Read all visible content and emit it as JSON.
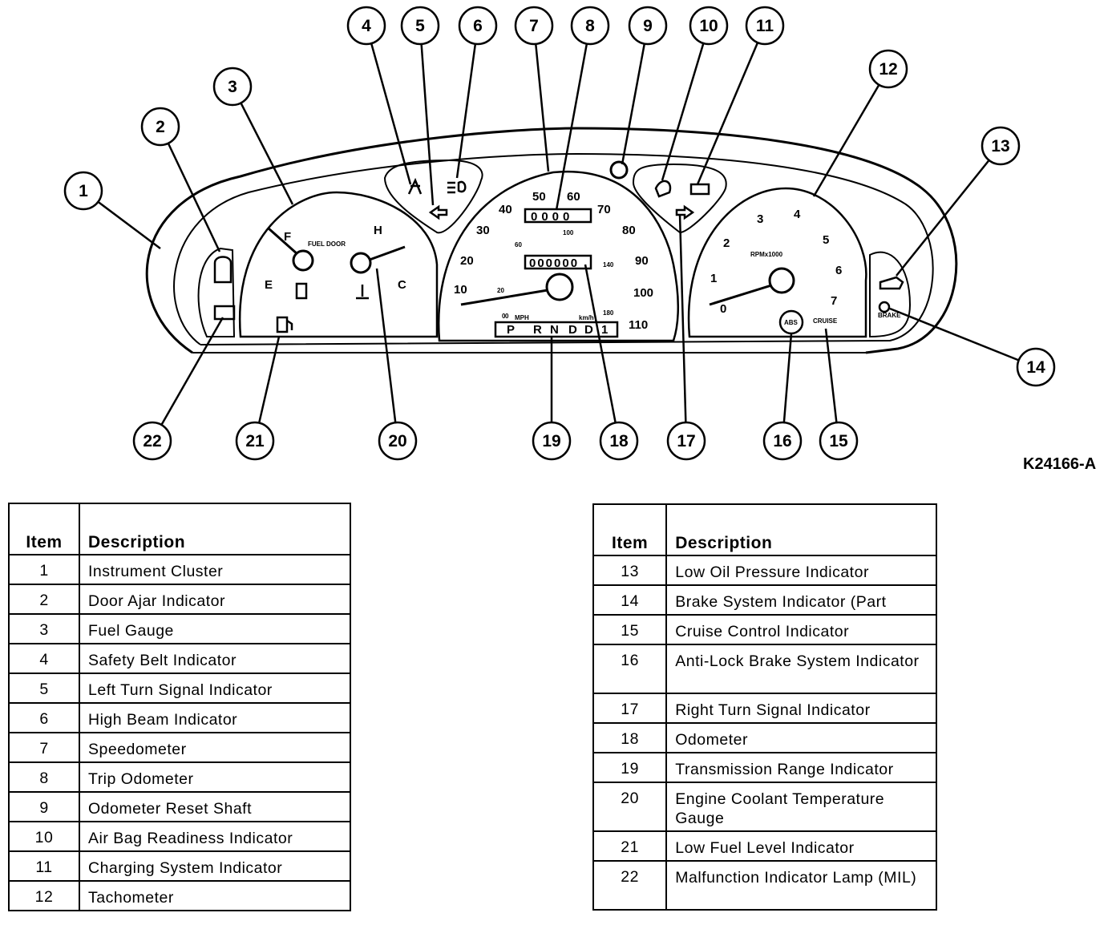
{
  "figure_id": "K24166-A",
  "cluster": {
    "fuel_gauge": {
      "label": "FUEL DOOR",
      "full": "F",
      "empty": "E"
    },
    "temp_gauge": {
      "hot": "H",
      "cold": "C"
    },
    "speedometer": {
      "mph_ticks": [
        "10",
        "20",
        "30",
        "40",
        "50",
        "60",
        "70",
        "80",
        "90",
        "100",
        "110"
      ],
      "unit_mph": "MPH",
      "unit_kmh": "km/h",
      "kmh_ticks": [
        "0",
        "20",
        "60",
        "100",
        "140",
        "180"
      ],
      "zero": "0",
      "trip_odometer": "0000",
      "odometer": "000000"
    },
    "tachometer": {
      "ticks": [
        "0",
        "1",
        "2",
        "3",
        "4",
        "5",
        "6",
        "7"
      ],
      "label": "RPMx1000"
    },
    "prnd": [
      "P",
      "R",
      "N",
      "D",
      "D",
      "1"
    ],
    "abs_label": "ABS",
    "cruise_label": "CRUISE",
    "brake_label": "BRAKE"
  },
  "callouts": [
    "1",
    "2",
    "3",
    "4",
    "5",
    "6",
    "7",
    "8",
    "9",
    "10",
    "11",
    "12",
    "13",
    "14",
    "15",
    "16",
    "17",
    "18",
    "19",
    "20",
    "21",
    "22"
  ],
  "table_headers": {
    "item": "Item",
    "description": "Description"
  },
  "items_left": [
    {
      "item": "1",
      "desc": "Instrument Cluster"
    },
    {
      "item": "2",
      "desc": "Door Ajar Indicator"
    },
    {
      "item": "3",
      "desc": "Fuel Gauge"
    },
    {
      "item": "4",
      "desc": "Safety Belt Indicator"
    },
    {
      "item": "5",
      "desc": "Left Turn Signal Indicator"
    },
    {
      "item": "6",
      "desc": "High Beam Indicator"
    },
    {
      "item": "7",
      "desc": "Speedometer"
    },
    {
      "item": "8",
      "desc": "Trip Odometer"
    },
    {
      "item": "9",
      "desc": "Odometer Reset Shaft"
    },
    {
      "item": "10",
      "desc": "Air Bag Readiness Indicator"
    },
    {
      "item": "11",
      "desc": "Charging System Indicator"
    },
    {
      "item": "12",
      "desc": "Tachometer"
    }
  ],
  "items_right": [
    {
      "item": "13",
      "desc": "Low Oil Pressure Indicator"
    },
    {
      "item": "14",
      "desc": "Brake System Indicator (Part"
    },
    {
      "item": "15",
      "desc": "Cruise Control Indicator"
    },
    {
      "item": "16",
      "desc": "Anti-Lock Brake System Indicator"
    },
    {
      "item": "17",
      "desc": "Right Turn Signal Indicator"
    },
    {
      "item": "18",
      "desc": "Odometer"
    },
    {
      "item": "19",
      "desc": "Transmission Range Indicator"
    },
    {
      "item": "20",
      "desc": "Engine Coolant Temperature Gauge"
    },
    {
      "item": "21",
      "desc": "Low Fuel Level Indicator"
    },
    {
      "item": "22",
      "desc": "Malfunction Indicator Lamp (MIL)"
    }
  ]
}
